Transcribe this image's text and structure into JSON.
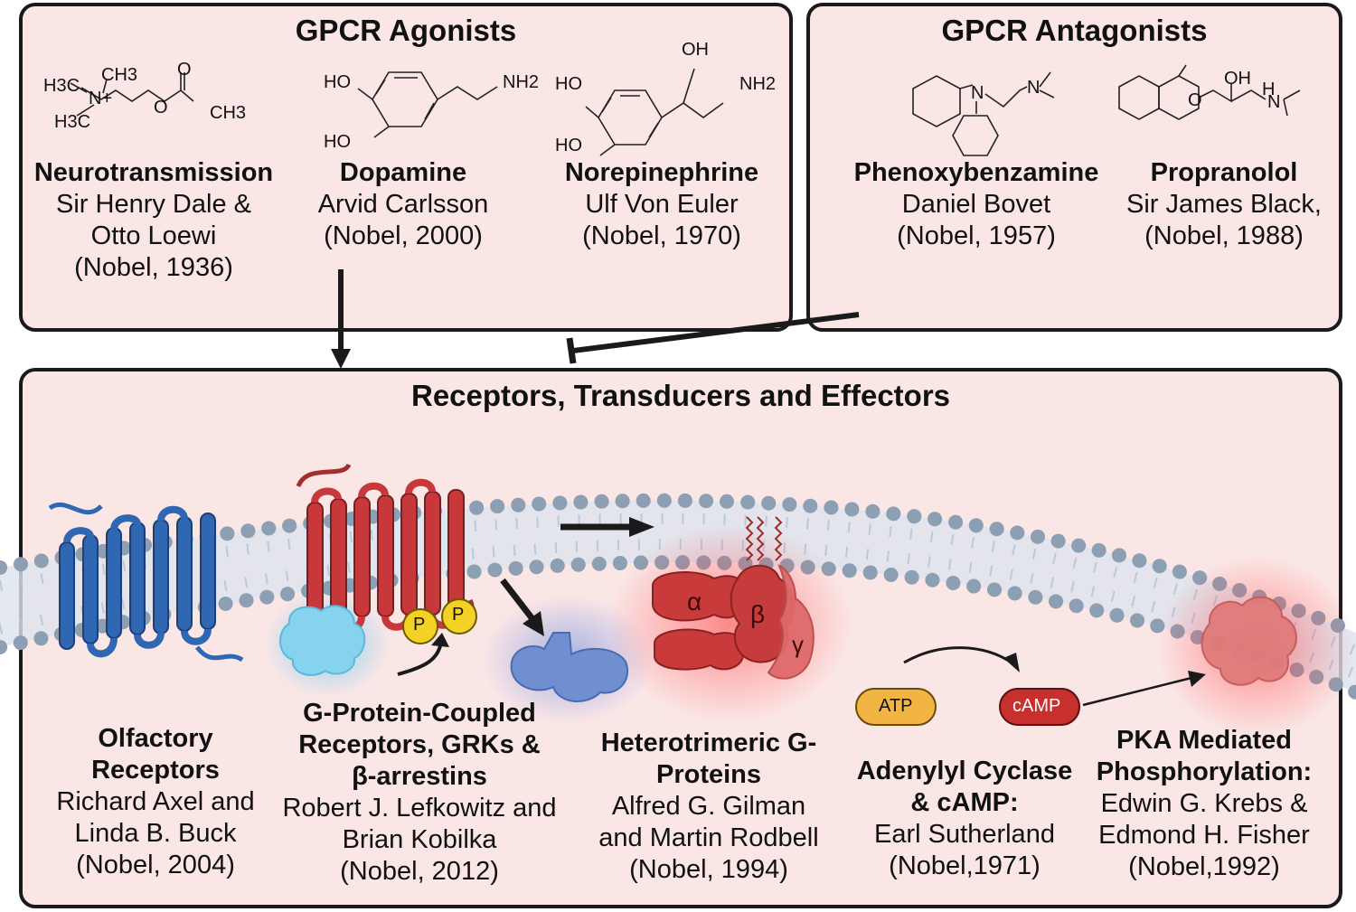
{
  "agonists": {
    "title": "GPCR Agonists",
    "entries": [
      {
        "name": "Neurotransmission",
        "laureates": "Sir Henry Dale & Otto Loewi",
        "nobel": "(Nobel, 1936)"
      },
      {
        "name": "Dopamine",
        "laureates": "Arvid Carlsson",
        "nobel": "(Nobel, 2000)"
      },
      {
        "name": "Norepinephrine",
        "laureates": "Ulf Von Euler",
        "nobel": "(Nobel, 1970)"
      }
    ],
    "labels": {
      "ach_h3c_a": "H3C",
      "ach_ch3_a": "CH3",
      "ach_n": "N+",
      "ach_h3c_b": "H3C",
      "ach_o": "O",
      "ach_o2": "O",
      "ach_ch3_b": "CH3",
      "da_ho1": "HO",
      "da_ho2": "HO",
      "da_nh2": "NH2",
      "ne_oh": "OH",
      "ne_ho1": "HO",
      "ne_ho2": "HO",
      "ne_nh2": "NH2"
    }
  },
  "antagonists": {
    "title": "GPCR Antagonists",
    "entries": [
      {
        "name": "Phenoxybenzamine",
        "laureates": "Daniel Bovet",
        "nobel": "(Nobel, 1957)"
      },
      {
        "name": "Propranolol",
        "laureates": "Sir James Black,",
        "nobel": "(Nobel, 1988)"
      }
    ],
    "labels": {
      "pb_n": "N",
      "pb_n2": "N",
      "pr_o": "O",
      "pr_oh": "OH",
      "pr_h": "H",
      "pr_n": "N"
    }
  },
  "effectors": {
    "title": "Receptors, Transducers and Effectors",
    "entries": [
      {
        "name": "Olfactory Receptors",
        "laureates": "Richard Axel and Linda B. Buck",
        "nobel": "(Nobel, 2004)"
      },
      {
        "name": "G-Protein-Coupled Receptors, GRKs & β-arrestins",
        "laureates": "Robert J. Lefkowitz and Brian Kobilka",
        "nobel": "(Nobel, 2012)"
      },
      {
        "name": "Heterotrimeric G-Proteins",
        "laureates": "Alfred G. Gilman and Martin Rodbell",
        "nobel": "(Nobel, 1994)"
      },
      {
        "name": "Adenylyl Cyclase & cAMP:",
        "laureates": "Earl Sutherland",
        "nobel": "(Nobel,1971)"
      },
      {
        "name": "PKA Mediated Phosphorylation:",
        "laureates": "Edwin G. Krebs & Edmond H. Fisher",
        "nobel": "(Nobel,1992)"
      }
    ],
    "labels": {
      "phospho1": "P",
      "phospho2": "P",
      "alpha": "α",
      "beta": "β",
      "gamma": "γ",
      "atp": "ATP",
      "camp": "cAMP"
    }
  },
  "colors": {
    "panel_fill": "#fbe6e6",
    "border": "#1a1a1a",
    "olfactory_receptor": "#2f67b3",
    "gpcr": "#c8383a",
    "g_protein": "#c93a3a",
    "arrestin": "#6f8fd0",
    "grk": "#7fd0ee",
    "phosphate": "#f4d225",
    "atp": "#f2b544",
    "camp": "#c8302e",
    "pka": "#e27c7c",
    "membrane_head": "#8d9fb3"
  }
}
